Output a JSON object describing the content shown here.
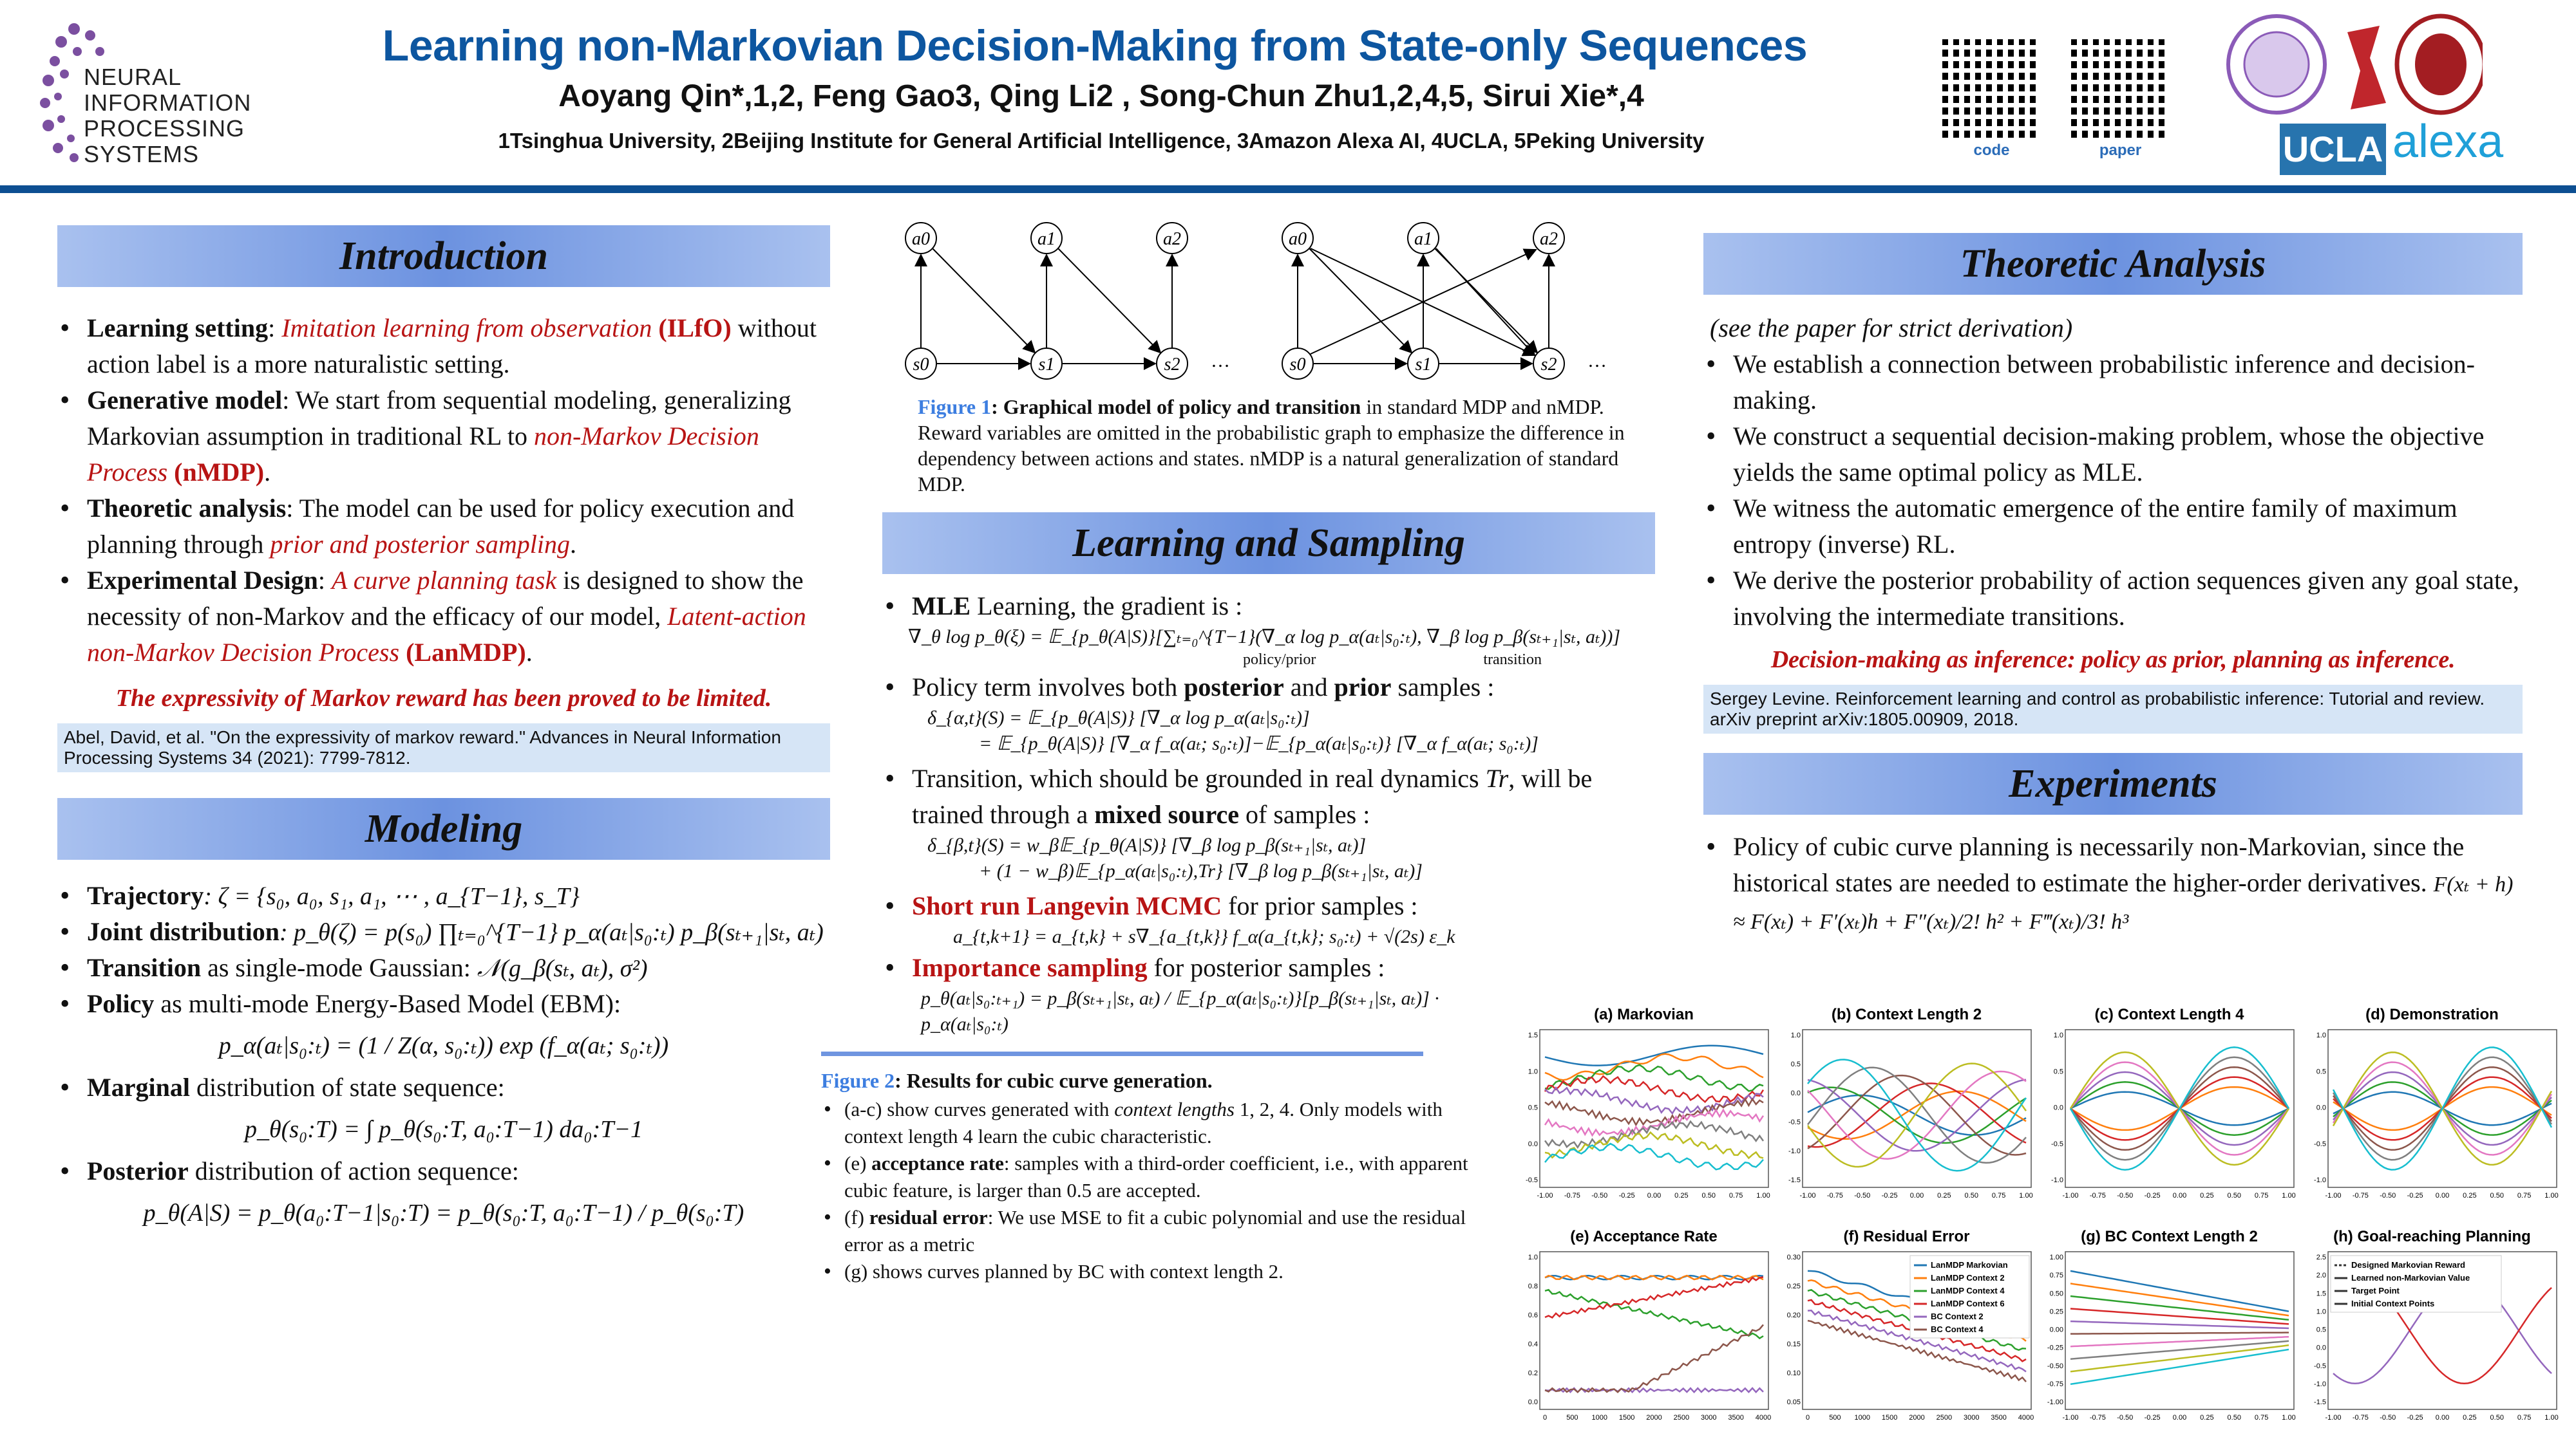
{
  "header": {
    "title": "Learning non-Markovian Decision-Making from State-only Sequences",
    "authors": "Aoyang Qin*,1,2, Feng Gao3, Qing Li2 , Song-Chun Zhu1,2,4,5,  Sirui Xie*,4",
    "affiliations": "1Tsinghua University, 2Beijing Institute for General Artificial Intelligence, 3Amazon Alexa AI, 4UCLA, 5Peking University",
    "neurips_logo": [
      "NEURAL",
      "INFORMATION",
      "PROCESSING",
      "SYSTEMS"
    ],
    "qr_code_label": "code",
    "qr_paper_label": "paper",
    "ucla": "UCLA",
    "alexa": "alexa"
  },
  "intro": {
    "heading": "Introduction",
    "b1": {
      "t": "Learning setting",
      "sep": ": ",
      "r": "Imitation learning from observation ",
      "rb": "(ILfO)",
      "rest": " without action label is a more naturalistic setting."
    },
    "b2": {
      "t": "Generative model",
      "rest": ": We start from sequential modeling, generalizing Markovian assumption in traditional RL to ",
      "r": "non-Markov Decision Process ",
      "rb": "(nMDP)",
      "end": "."
    },
    "b3": {
      "t": "Theoretic analysis",
      "rest": ": The model can be used for policy execution and planning through ",
      "r": "prior and posterior sampling",
      "end": "."
    },
    "b4": {
      "t": "Experimental Design",
      "sep": ": ",
      "r": "A curve planning task",
      "rest": " is designed to show the necessity of non-Markov and the efficacy of our model, ",
      "r2": "Latent-action non-Markov Decision Process ",
      "rb": "(LanMDP)",
      "end": "."
    },
    "claim": "The expressivity of Markov reward has been proved to be limited.",
    "ref": "Abel, David, et al. \"On the expressivity of markov reward.\" Advances in Neural Information Processing Systems 34 (2021): 7799-7812."
  },
  "modeling": {
    "heading": "Modeling",
    "traj_t": "Trajectory",
    "traj_m": ":  ζ = {s₀, a₀, s₁, a₁, ⋯ , a_{T−1}, s_T}",
    "joint_t": "Joint distribution",
    "joint_m": ":  p_θ(ζ) = p(s₀) ∏ₜ₌₀^{T−1} p_α(aₜ|s₀:ₜ) p_β(sₜ₊₁|sₜ, aₜ)",
    "trans_t": "Transition",
    "trans_r": " as single-mode Gaussian: ",
    "trans_m": "𝒩(g_β(sₜ, aₜ), σ²)",
    "policy_t": "Policy",
    "policy_r": " as multi-mode Energy-Based Model (EBM):",
    "policy_m": "p_α(aₜ|s₀:ₜ) = (1 / Z(α, s₀:ₜ)) exp (f_α(aₜ; s₀:ₜ))",
    "marg_t": "Marginal",
    "marg_r": " distribution of state sequence:",
    "marg_m": "p_θ(s₀:T) = ∫ p_θ(s₀:T, a₀:T−1) da₀:T−1",
    "post_t": "Posterior",
    "post_r": " distribution of action sequence:",
    "post_m": "p_θ(A|S) = p_θ(a₀:T−1|s₀:T) = p_θ(s₀:T, a₀:T−1) / p_θ(s₀:T)"
  },
  "graph": {
    "mdp_actions": [
      "a0",
      "a1",
      "a2"
    ],
    "mdp_states": [
      "s0",
      "s1",
      "s2"
    ],
    "ellipsis": "…",
    "fig1_label": "Figure 1",
    "fig1_bold": ": Graphical model of policy and transition",
    "fig1_text": " in standard MDP and nMDP. Reward variables are omitted in the probabilistic graph to emphasize the difference in dependency between actions and states. nMDP is a natural generalization of standard MDP."
  },
  "learning": {
    "heading": "Learning and Sampling",
    "mle_t": "MLE",
    "mle_r": " Learning, the gradient is :",
    "mle_m": "∇_θ log p_θ(ξ) = 𝔼_{p_θ(A|S)}[∑ₜ₌₀^{T−1}(∇_α log p_α(aₜ|s₀:ₜ), ∇_β log p_β(sₜ₊₁|sₜ, aₜ))]",
    "mle_u1": "policy/prior",
    "mle_u2": "transition",
    "pol_a": "Policy term involves both ",
    "pol_b": "posterior",
    "pol_c": " and ",
    "pol_d": "prior",
    "pol_e": " samples :",
    "pol_m1": "δ_{α,t}(S) = 𝔼_{p_θ(A|S)} [∇_α log p_α(aₜ|s₀:ₜ)]",
    "pol_m2": "= 𝔼_{p_θ(A|S)} [∇_α f_α(aₜ; s₀:ₜ)]−𝔼_{p_α(aₜ|s₀:ₜ)} [∇_α f_α(aₜ; s₀:ₜ)]",
    "tr_a": "Transition, which should be grounded in real dynamics ",
    "tr_tr": "Tr",
    "tr_b": ", will be trained through a ",
    "tr_c": "mixed source",
    "tr_d": " of samples :",
    "tr_m1": "δ_{β,t}(S) = w_β𝔼_{p_θ(A|S)} [∇_β log p_β(sₜ₊₁|sₜ, aₜ)]",
    "tr_m2": "+ (1 − w_β)𝔼_{p_α(aₜ|s₀:ₜ),Tr} [∇_β log p_β(sₜ₊₁|sₜ, aₜ)]",
    "lg_t": "Short run Langevin MCMC",
    "lg_r": " for prior samples :",
    "lg_m": "a_{t,k+1} = a_{t,k} + s∇_{a_{t,k}} f_α(a_{t,k}; s₀:ₜ) + √(2s) ε_k",
    "is_t": "Importance sampling",
    "is_r": " for posterior samples :",
    "is_m": "p_θ(aₜ|s₀:ₜ₊₁) = p_β(sₜ₊₁|sₜ, aₜ) / 𝔼_{p_α(aₜ|s₀:ₜ)}[p_β(sₜ₊₁|sₜ, aₜ)] · p_α(aₜ|s₀:ₜ)"
  },
  "fig2": {
    "label": "Figure 2",
    "title": ": Results for cubic curve generation.",
    "items": [
      {
        "a": "(a-c) show curves generated with ",
        "i": "context lengths",
        "b": " 1, 2, 4. Only models with context length 4 learn the cubic characteristic."
      },
      {
        "a": "(e) ",
        "bold": "acceptance rate",
        "b": ": samples with a third-order coefficient, i.e., with apparent cubic feature, is larger than 0.5 are accepted."
      },
      {
        "a": "(f) ",
        "bold": "residual error",
        "b": ": We use MSE to fit a cubic polynomial and use the residual error as a metric"
      },
      {
        "a": "(g) shows curves planned by BC with context length 2.",
        "b": ""
      }
    ]
  },
  "theory": {
    "heading": "Theoretic Analysis",
    "note": "(see the paper for strict derivation)",
    "items": [
      "We establish a connection between probabilistic inference and decision-making.",
      "We construct a sequential decision-making problem, whose the objective yields the same optimal policy as MLE.",
      "We witness the automatic emergence of the entire family of maximum entropy (inverse) RL.",
      "We derive the posterior probability of action sequences given any goal state, involving the intermediate transitions."
    ],
    "claim": "Decision-making as inference: policy as prior, planning as inference.",
    "ref": "Sergey Levine. Reinforcement learning and control as probabilistic inference: Tutorial and review. arXiv preprint arXiv:1805.00909, 2018."
  },
  "experiments": {
    "heading": "Experiments",
    "text": "Policy of cubic curve planning is necessarily non-Markovian, since the historical states are needed to estimate the higher-order derivatives.",
    "math": "F(xₜ + h) ≈ F(xₜ) + F′(xₜ)h + F″(xₜ)/2! h² + F‴(xₜ)/3! h³",
    "panels": [
      {
        "title": "(a) Markovian",
        "yt": [
          "1.5",
          "1.0",
          "0.5",
          "0.0",
          "-0.5"
        ]
      },
      {
        "title": "(b) Context Length 2",
        "yt": [
          "1.0",
          "0.5",
          "0.0",
          "-0.5",
          "-1.0",
          "-1.5"
        ]
      },
      {
        "title": "(c) Context Length 4",
        "yt": [
          "1.0",
          "0.5",
          "0.0",
          "-0.5",
          "-1.0"
        ]
      },
      {
        "title": "(d) Demonstration",
        "yt": [
          "1.0",
          "0.5",
          "0.0",
          "-0.5",
          "-1.0"
        ]
      },
      {
        "title": "(e) Acceptance Rate",
        "yt": [
          "1.0",
          "0.8",
          "0.6",
          "0.4",
          "0.2",
          "0.0"
        ]
      },
      {
        "title": "(f) Residual Error",
        "yt": [
          "0.30",
          "0.25",
          "0.20",
          "0.15",
          "0.10",
          "0.05"
        ],
        "legend": [
          "LanMDP Markovian",
          "LanMDP Context 2",
          "LanMDP Context 4",
          "LanMDP Context 6",
          "BC Context 2",
          "BC Context 4"
        ]
      },
      {
        "title": "(g) BC Context Length 2",
        "yt": [
          "1.00",
          "0.75",
          "0.50",
          "0.25",
          "0.00",
          "-0.25",
          "-0.50",
          "-0.75",
          "-1.00"
        ]
      },
      {
        "title": "(h) Goal-reaching Planning",
        "yt": [
          "2.5",
          "2.0",
          "1.5",
          "1.0",
          "0.5",
          "0.0",
          "-0.5",
          "-1.0",
          "-1.5"
        ],
        "legend": [
          "Designed Markovian Reward",
          "Learned non-Markovian Value",
          "Target Point",
          "Initial Context Points"
        ]
      }
    ],
    "xticks_curve": [
      "-1.00",
      "-0.75",
      "-0.50",
      "-0.25",
      "0.00",
      "0.25",
      "0.50",
      "0.75",
      "1.00"
    ],
    "xticks_iter": [
      "0",
      "500",
      "1000",
      "1500",
      "2000",
      "2500",
      "3000",
      "3500",
      "4000"
    ],
    "colors": [
      "#1f77b4",
      "#ff7f0e",
      "#2ca02c",
      "#d62728",
      "#9467bd",
      "#8c564b",
      "#e377c2",
      "#7f7f7f",
      "#bcbd22",
      "#17becf"
    ]
  }
}
